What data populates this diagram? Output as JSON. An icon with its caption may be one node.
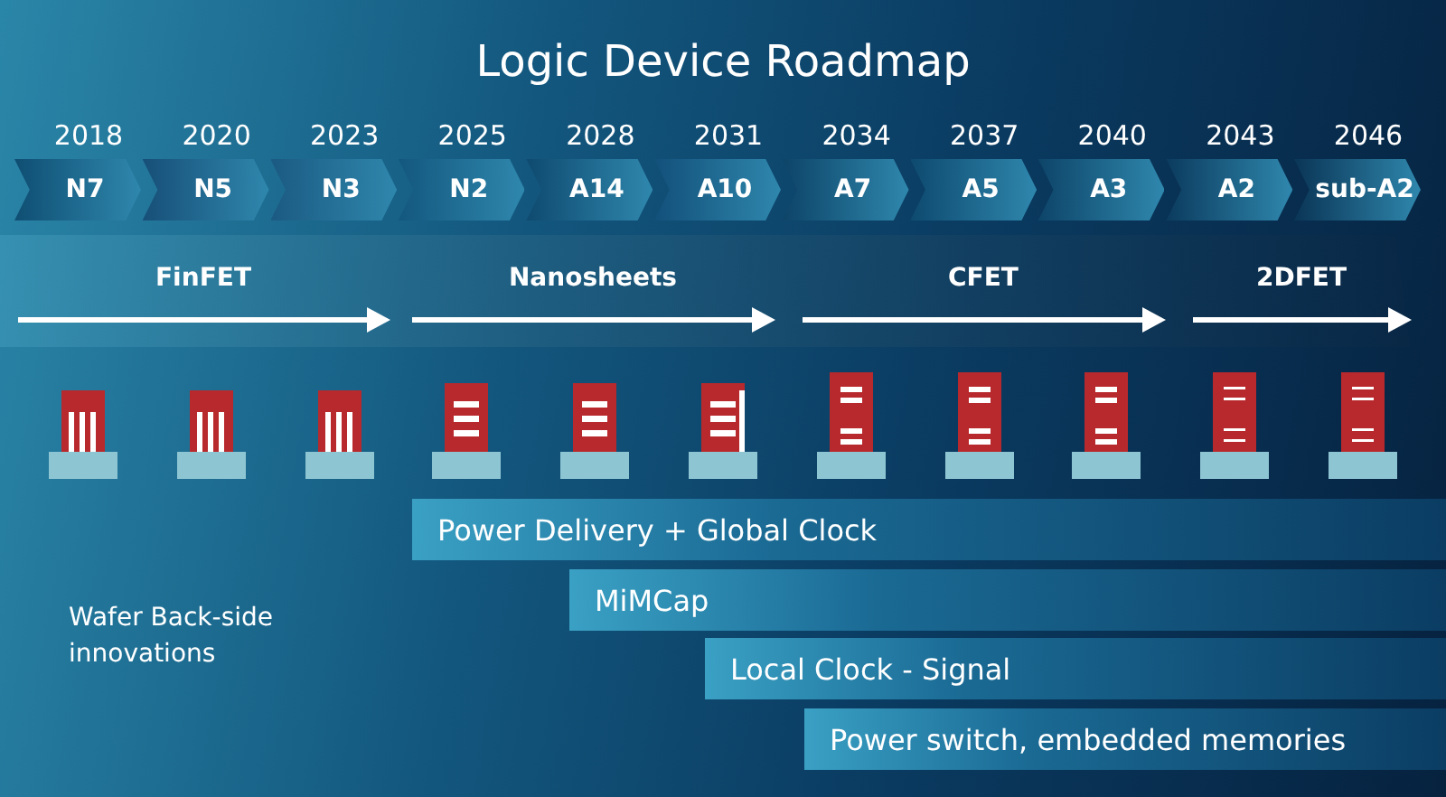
{
  "diagram": {
    "title": "Logic Device Roadmap",
    "nodes": [
      {
        "text": [
          "N7"
        ],
        "beside": [
          "2018"
        ]
      },
      {
        "text": [
          "N5"
        ],
        "beside": [
          "2020"
        ]
      },
      {
        "text": [
          "N3"
        ],
        "beside": [
          "2023"
        ]
      },
      {
        "text": [
          "N2"
        ],
        "beside": [
          "2025"
        ]
      },
      {
        "text": [
          "A14"
        ],
        "beside": [
          "2028"
        ]
      },
      {
        "text": [
          "A10"
        ],
        "beside": [
          "2031"
        ]
      },
      {
        "text": [
          "A7"
        ],
        "beside": [
          "2034"
        ]
      },
      {
        "text": [
          "A5"
        ],
        "beside": [
          "2037"
        ]
      },
      {
        "text": [
          "A3"
        ],
        "beside": [
          "2040"
        ]
      },
      {
        "text": [
          "A2"
        ],
        "beside": [
          "2043"
        ]
      },
      {
        "text": [
          "sub-A2"
        ],
        "beside": [
          "2046"
        ]
      },
      {
        "text": [
          "Power Delivery + Global Clock"
        ]
      },
      {
        "text": [
          "MiMCap"
        ]
      },
      {
        "text": [
          "Local Clock - Signal"
        ]
      },
      {
        "text": [
          "Power switch, embedded memories"
        ]
      }
    ],
    "labels": [
      "FinFET",
      "Nanosheets",
      "CFET",
      "2DFET",
      "Wafer Back-side innovations"
    ]
  }
}
